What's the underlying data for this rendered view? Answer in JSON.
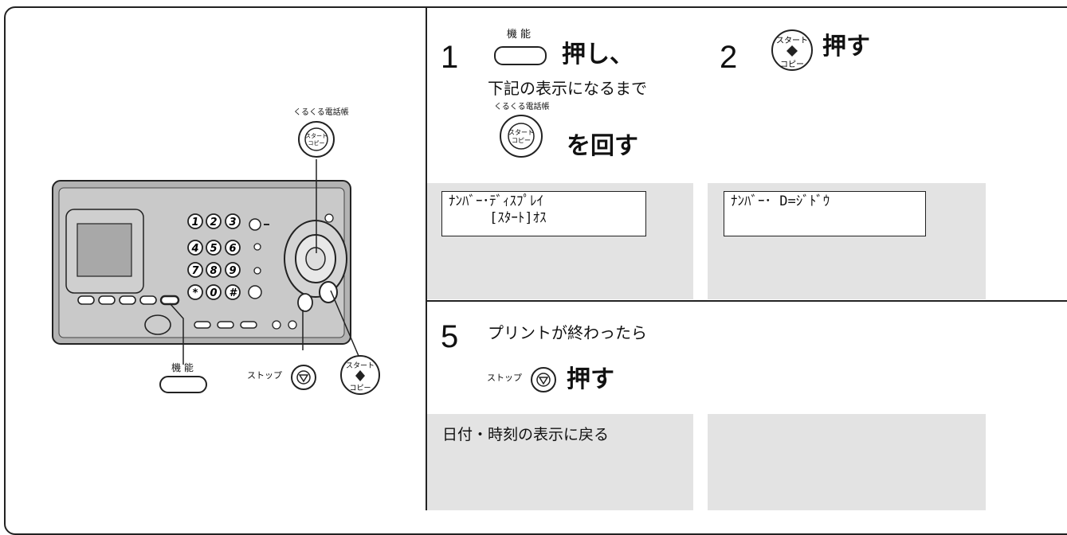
{
  "device": {
    "dial_label": "くるくる電話帳",
    "function_button_label": "機 能",
    "stop_label": "ストップ",
    "start_button_top": "スタート",
    "start_button_bottom": "コピー",
    "keypad": [
      "1",
      "2",
      "3",
      "4",
      "5",
      "6",
      "7",
      "8",
      "9",
      "*",
      "0",
      "#"
    ]
  },
  "step1": {
    "number": "1",
    "button_label": "機 能",
    "action": "押し、",
    "instruction": "下記の表示になるまで",
    "dial_label": "くるくる電話帳",
    "dial_action": "を回す"
  },
  "step2": {
    "number": "2",
    "action": "押す"
  },
  "lcd1": {
    "line1": "ﾅﾝﾊﾞｰ･ﾃﾞｨｽﾌﾟﾚｲ",
    "line2": "     [ｽﾀｰﾄ]ｵｽ"
  },
  "lcd2": {
    "line1": "ﾅﾝﾊﾞｰ･ D=ｼﾞﾄﾞｳ"
  },
  "step5": {
    "number": "5",
    "instruction": "プリントが終わったら",
    "stop_label": "ストップ",
    "action": "押す"
  },
  "result_text": "日付・時刻の表示に戻る"
}
